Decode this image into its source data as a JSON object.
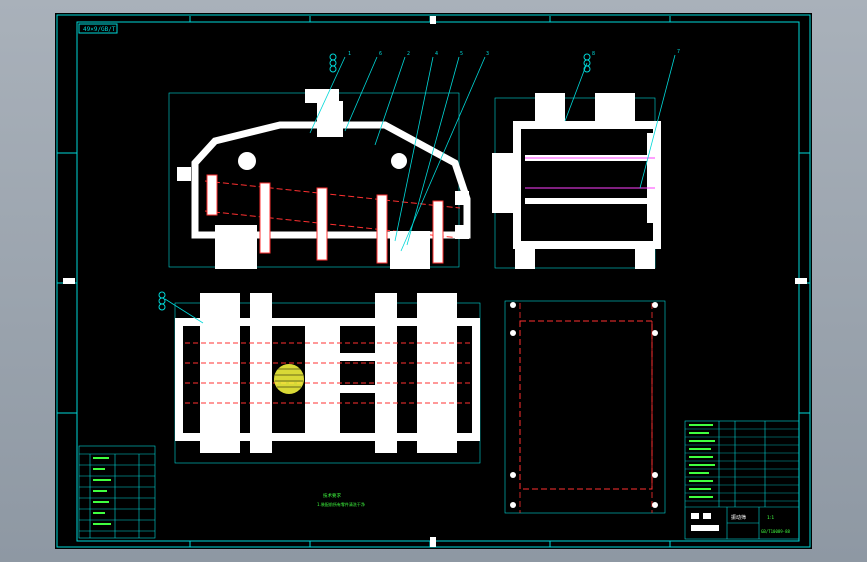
{
  "title_block": {
    "code_label": "GB/T10089-88",
    "drawing_name": "振动筛",
    "sheet_label": "1:1"
  },
  "top_left_tag": "49×9/GB/T",
  "balloons": {
    "front_view": [
      "1",
      "6",
      "2",
      "4",
      "5",
      "3"
    ],
    "side_view": [
      "8",
      "7"
    ]
  },
  "bottom_note_title": "技术要求",
  "bottom_note_line": "1.装配前所有零件清洗干净",
  "colors": {
    "frame": "#00d8d8",
    "structure": "#ffffff",
    "springs": "#ff3030",
    "accent": "#ff40ff",
    "hatch": "#ffff40",
    "green": "#40ff40"
  }
}
